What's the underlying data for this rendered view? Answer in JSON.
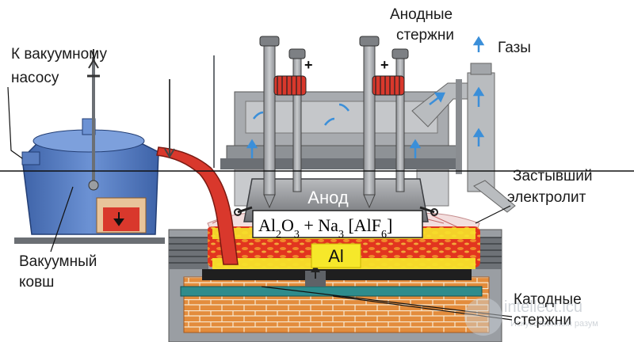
{
  "labels": {
    "vacuum_pump": [
      "К вакуумному",
      "насосу"
    ],
    "anode_rods": [
      "Анодные",
      "стержни"
    ],
    "gases": "Газы",
    "frozen_electrolyte": [
      "Застывший",
      "электролит"
    ],
    "vacuum_ladle": [
      "Вакуумный",
      "ковш"
    ],
    "cathode_rods": [
      "Катодные",
      "стержни"
    ],
    "anode": "Анод",
    "aluminum": "Al",
    "plus_sign": "+"
  },
  "formula": {
    "al": "Al",
    "al_sub": "2",
    "o": "O",
    "o_sub": "3",
    "plus": " + Na",
    "na_sub": "3",
    "bracket_open": " [AlF",
    "f_sub": "6",
    "bracket_close": "]"
  },
  "watermark": {
    "domain": "intellect.icu",
    "tagline": "Искусственный разум"
  },
  "colors": {
    "bath_red": "#e0301e",
    "aluminum_yellow": "#f5e21a",
    "anode_gray": "#8a8c90",
    "brick": "#e08a3a",
    "ladle_blue": "#5a7ec0",
    "cathode_teal": "#2e8c8c",
    "gas_arrow": "#3b8fd9"
  }
}
